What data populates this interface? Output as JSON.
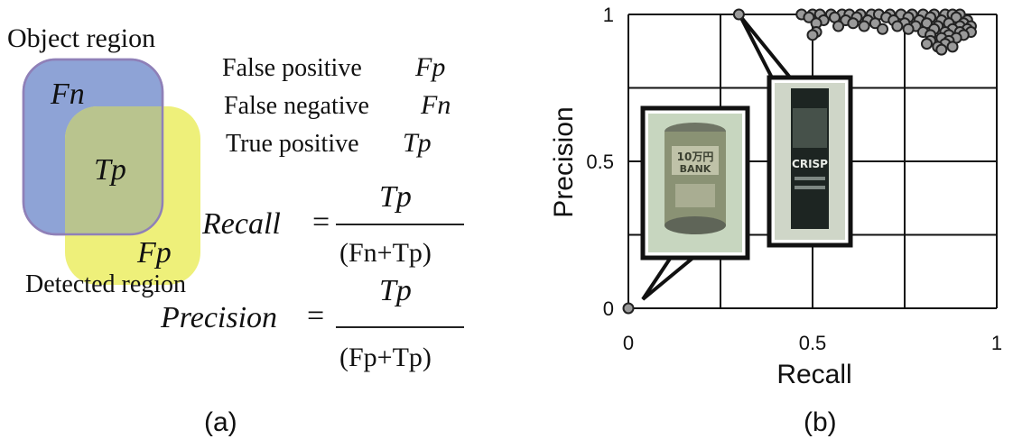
{
  "panel_a": {
    "object_region_label": "Object region",
    "detected_region_label": "Detected region",
    "region_fn": "Fn",
    "region_tp": "Tp",
    "region_fp": "Fp",
    "legend": [
      {
        "name": "False positive",
        "symbol": "Fp"
      },
      {
        "name": "False negative",
        "symbol": "Fn"
      },
      {
        "name": "True positive",
        "symbol": "Tp"
      }
    ],
    "recall_formula": {
      "lhs": "Recall",
      "equals": "=",
      "numerator": "Tp",
      "denominator": "(Fn+Tp)"
    },
    "precision_formula": {
      "lhs": "Precision",
      "equals": "=",
      "numerator": "Tp",
      "denominator": "(Fp+Tp)"
    },
    "caption": "(a)",
    "colors": {
      "object_region": "#8ea3d6",
      "detected_region": "#eef07a",
      "overlap": "#b9c48e"
    }
  },
  "panel_b": {
    "caption": "(b)",
    "inset_left_label_lines": [
      "10万円",
      "BANK"
    ],
    "inset_right_label": "CRISP"
  },
  "chart_data": {
    "type": "scatter",
    "title": "",
    "xlabel": "Recall",
    "ylabel": "Precision",
    "xlim": [
      0,
      1
    ],
    "ylim": [
      0,
      1
    ],
    "xticks": [
      "0",
      "0.5",
      "1"
    ],
    "yticks": [
      "0",
      "0.5",
      "1"
    ],
    "grid": true,
    "marker_color": "#9a9a9a",
    "points": [
      [
        0,
        0
      ],
      [
        0.3,
        1
      ],
      [
        0.47,
        1
      ],
      [
        0.5,
        1
      ],
      [
        0.52,
        1
      ],
      [
        0.55,
        1
      ],
      [
        0.58,
        1
      ],
      [
        0.6,
        1
      ],
      [
        0.63,
        1
      ],
      [
        0.66,
        1
      ],
      [
        0.68,
        1
      ],
      [
        0.71,
        1
      ],
      [
        0.74,
        1
      ],
      [
        0.77,
        1
      ],
      [
        0.8,
        1
      ],
      [
        0.83,
        1
      ],
      [
        0.86,
        1
      ],
      [
        0.88,
        1
      ],
      [
        0.9,
        1
      ],
      [
        0.49,
        0.99
      ],
      [
        0.56,
        0.99
      ],
      [
        0.62,
        0.99
      ],
      [
        0.7,
        0.99
      ],
      [
        0.76,
        0.99
      ],
      [
        0.82,
        0.99
      ],
      [
        0.89,
        0.99
      ],
      [
        0.53,
        0.98
      ],
      [
        0.59,
        0.98
      ],
      [
        0.65,
        0.98
      ],
      [
        0.72,
        0.98
      ],
      [
        0.79,
        0.98
      ],
      [
        0.85,
        0.98
      ],
      [
        0.92,
        0.98
      ],
      [
        0.51,
        0.97
      ],
      [
        0.61,
        0.97
      ],
      [
        0.67,
        0.97
      ],
      [
        0.75,
        0.97
      ],
      [
        0.81,
        0.97
      ],
      [
        0.87,
        0.97
      ],
      [
        0.91,
        0.97
      ],
      [
        0.57,
        0.96
      ],
      [
        0.64,
        0.96
      ],
      [
        0.73,
        0.96
      ],
      [
        0.78,
        0.96
      ],
      [
        0.84,
        0.96
      ],
      [
        0.9,
        0.96
      ],
      [
        0.93,
        0.96
      ],
      [
        0.69,
        0.95
      ],
      [
        0.76,
        0.95
      ],
      [
        0.83,
        0.95
      ],
      [
        0.88,
        0.95
      ],
      [
        0.92,
        0.95
      ],
      [
        0.51,
        0.94
      ],
      [
        0.8,
        0.94
      ],
      [
        0.86,
        0.94
      ],
      [
        0.9,
        0.94
      ],
      [
        0.93,
        0.94
      ],
      [
        0.5,
        0.93
      ],
      [
        0.82,
        0.93
      ],
      [
        0.87,
        0.93
      ],
      [
        0.91,
        0.93
      ],
      [
        0.85,
        0.92
      ],
      [
        0.89,
        0.92
      ],
      [
        0.82,
        0.91
      ],
      [
        0.87,
        0.91
      ],
      [
        0.81,
        0.9
      ],
      [
        0.86,
        0.9
      ],
      [
        0.84,
        0.89
      ],
      [
        0.88,
        0.89
      ],
      [
        0.85,
        0.88
      ]
    ]
  }
}
